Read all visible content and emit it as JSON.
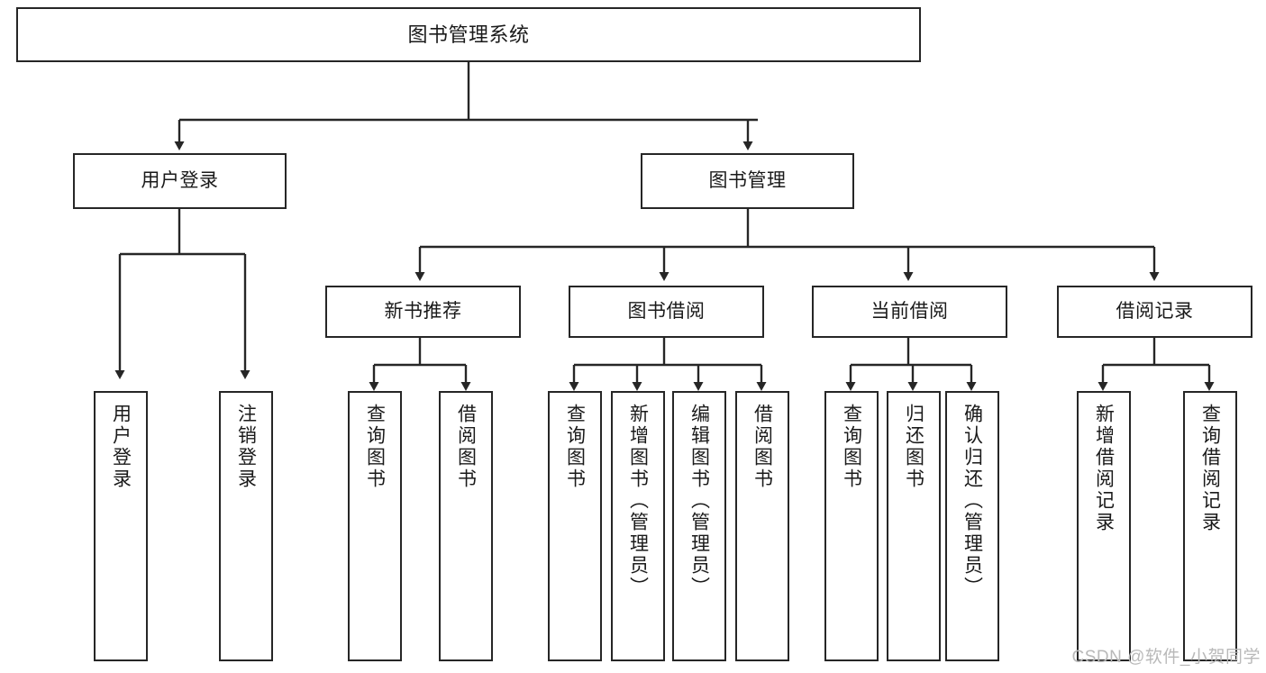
{
  "diagram": {
    "title": "图书管理系统",
    "type": "tree-hierarchy-diagram",
    "colors": {
      "box_border": "#262626",
      "box_fill": "#ffffff",
      "connector": "#262626",
      "text": "#1a1a1a",
      "watermark": "#b9b9b9",
      "background": "#ffffff"
    },
    "root": {
      "label": "图书管理系统"
    },
    "level2": [
      {
        "label": "用户登录"
      },
      {
        "label": "图书管理"
      }
    ],
    "level3": [
      {
        "label": "新书推荐"
      },
      {
        "label": "图书借阅"
      },
      {
        "label": "当前借阅"
      },
      {
        "label": "借阅记录"
      }
    ],
    "leaves": {
      "user_login": [
        {
          "label": "用户登录"
        },
        {
          "label": "注销登录"
        }
      ],
      "new_book_recommend": [
        {
          "label": "查询图书"
        },
        {
          "label": "借阅图书"
        }
      ],
      "book_borrow": [
        {
          "label": "查询图书"
        },
        {
          "label": "新增图书（管理员）"
        },
        {
          "label": "编辑图书（管理员）"
        },
        {
          "label": "借阅图书"
        }
      ],
      "current_borrow": [
        {
          "label": "查询图书"
        },
        {
          "label": "归还图书"
        },
        {
          "label": "确认归还（管理员）"
        }
      ],
      "borrow_record": [
        {
          "label": "新增借阅记录"
        },
        {
          "label": "查询借阅记录"
        }
      ]
    },
    "watermark": "CSDN @软件_小贺同学"
  }
}
